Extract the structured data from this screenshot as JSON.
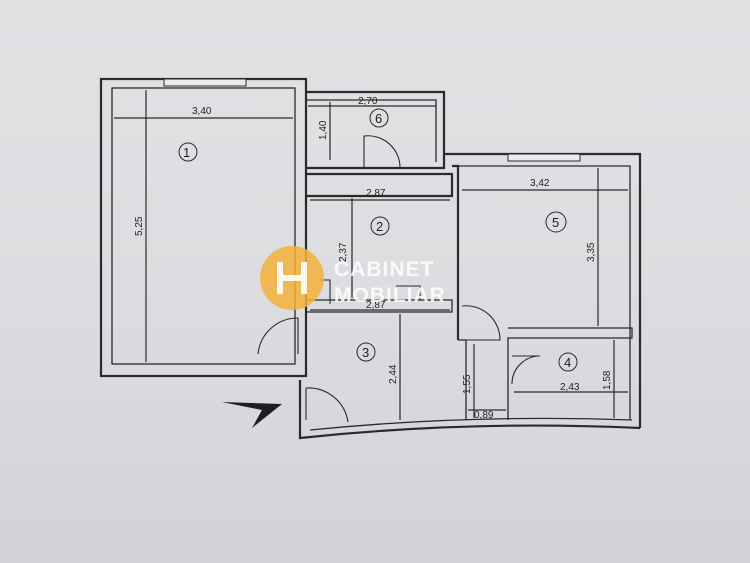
{
  "dimensions": {
    "room1_width": "3,40",
    "room1_length": "5,25",
    "room6_width": "2,70",
    "room6_length": "1,40",
    "room2_width": "2,87",
    "room2_length": "2,37",
    "room3_width": "2,87",
    "room3_length": "2,44",
    "room3_step": "1,55",
    "room3_bottom": "0,89",
    "room5_width": "3,42",
    "room5_length": "3,35",
    "room4_width": "2,43",
    "room4_length": "1,58"
  },
  "rooms": [
    "1",
    "2",
    "3",
    "4",
    "5",
    "6"
  ],
  "watermark": {
    "line1": "CABINET",
    "line2": "MOBILIAR",
    "color": "#f3b23a"
  },
  "colors": {
    "ink": "#2a2a2c",
    "paper": "#dcdde0"
  },
  "icons": {
    "north": "north-arrow-icon"
  }
}
